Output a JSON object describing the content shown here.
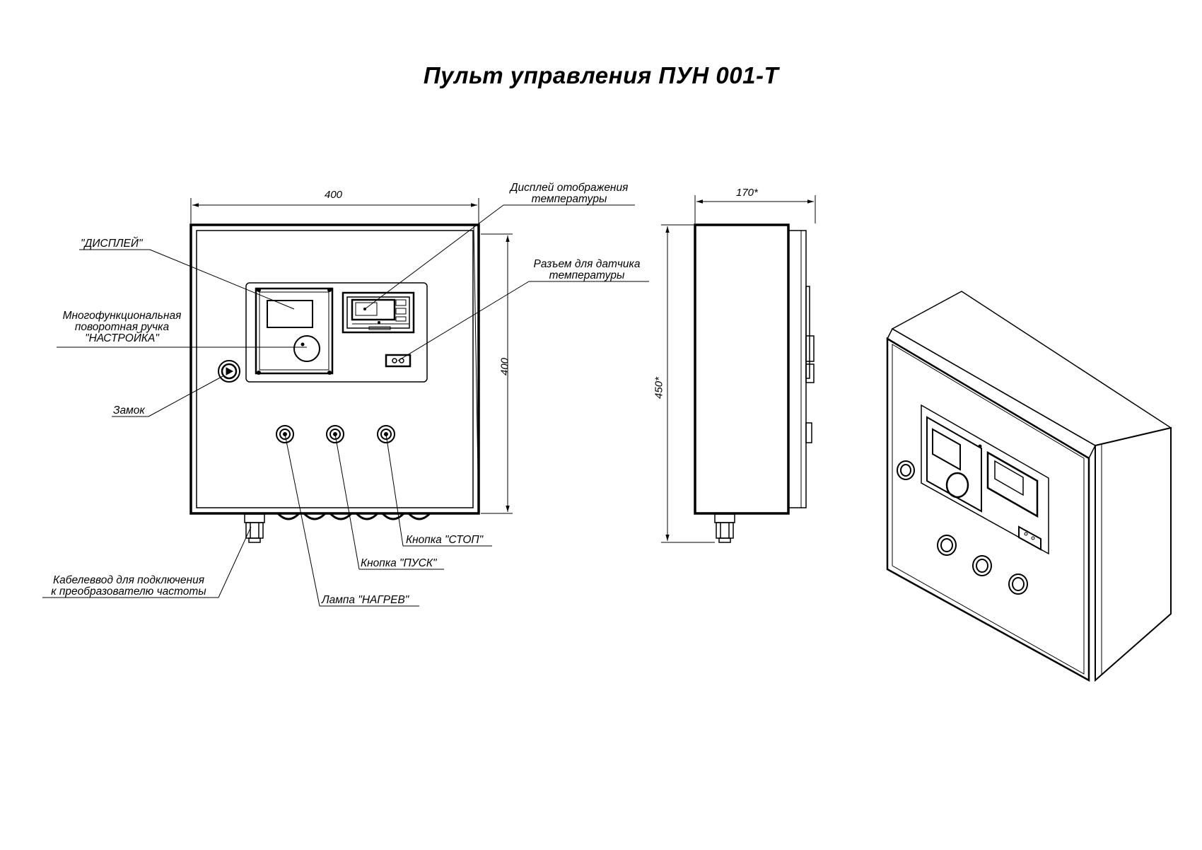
{
  "title": "Пульт управления ПУН 001-Т",
  "dimensions": {
    "front_width": "400",
    "front_height": "400",
    "side_depth": "170*",
    "side_height": "450*"
  },
  "callouts": {
    "display": "\"ДИСПЛЕЙ\"",
    "knob": [
      "Многофункциональная",
      "поворотная ручка",
      "\"НАСТРОЙКА\""
    ],
    "lock": "Замок",
    "cable_gland": [
      "Кабелеввод для подключения",
      "к преобразователю частоты"
    ],
    "temp_display": [
      "Дисплей отображения",
      "температуры"
    ],
    "sensor_connector": [
      "Разъем для датчика",
      "температуры"
    ],
    "stop_button": "Кнопка \"СТОП\"",
    "start_button": "Кнопка \"ПУСК\"",
    "heat_lamp": "Лампа \"НАГРЕВ\""
  },
  "icons": [
    "lock-icon",
    "knob-icon",
    "push-button-icon",
    "cable-gland-icon",
    "connector-icon"
  ]
}
